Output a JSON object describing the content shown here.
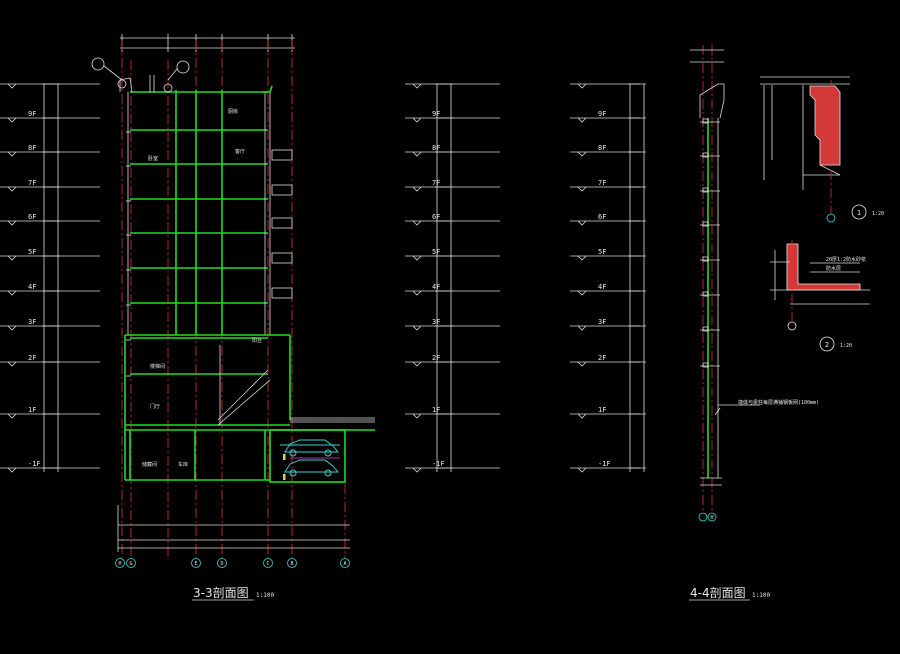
{
  "titles": {
    "section33": "3-3剖面图",
    "section33_scale": "1:100",
    "section44": "4-4剖面图",
    "section44_scale": "1:100"
  },
  "floor_labels": [
    "9F",
    "8F",
    "7F",
    "6F",
    "5F",
    "4F",
    "3F",
    "2F",
    "1F",
    "-1F"
  ],
  "axis_labels_33": [
    "H",
    "G",
    "E",
    "D",
    "C",
    "B",
    "A"
  ],
  "axis_label_44": "H",
  "detail_bubbles": [
    "1",
    "2"
  ],
  "notes": {
    "rooms": [
      "卧室",
      "厨房",
      "客厅",
      "阳台",
      "楼梯间",
      "门厅",
      "储藏间",
      "车库"
    ],
    "wall_note": "墙体与梁柱每层满铺钢板网(100mm)",
    "detail2_note": "20厚1:2防水砂浆",
    "detail2_note2": "防水层"
  },
  "colors": {
    "background": "#000000",
    "lines": "#dcdcdc",
    "axis": "#e03030",
    "structure": "#22dd22",
    "cyan": "#33d6d6",
    "magenta": "#e040e0",
    "detail_hatch": "#d23a3a"
  }
}
